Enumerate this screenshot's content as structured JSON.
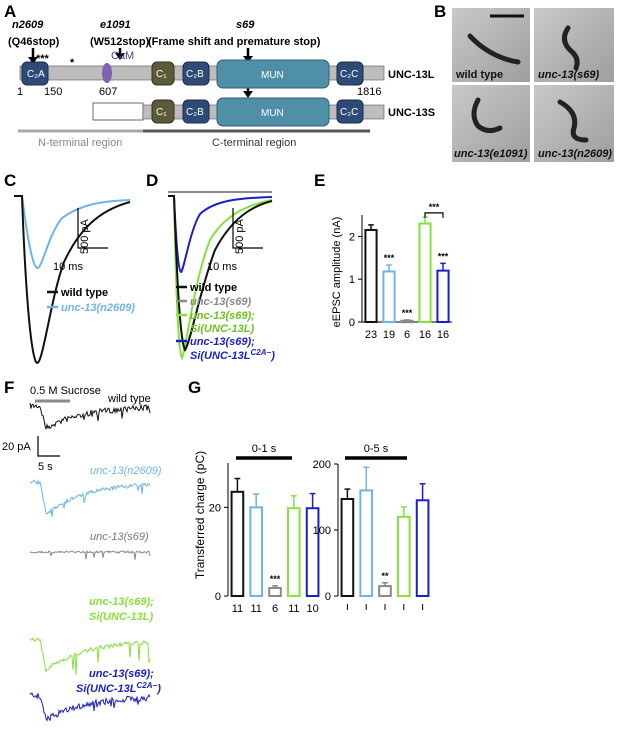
{
  "colors": {
    "wild_type": "#111111",
    "n2609": "#6cb6e6",
    "s69": "#8a8a8a",
    "s69_Si_UNC13L": "#86e23a",
    "s69_Si_UNC13L_C2A": "#1a1fc6",
    "region_grey": "#a8a8a8",
    "region_dark": "#555555",
    "mun": "#4f8fa8",
    "c1": "#5c5a3a",
    "c2": "#2e4b78",
    "cam": "#7e63b0"
  },
  "panels": {
    "A": "A",
    "B": "B",
    "C": "C",
    "D": "D",
    "E": "E",
    "F": "F",
    "G": "G"
  },
  "panel_A": {
    "mut1_name": "n2609",
    "mut1_desc": "(Q46stop)",
    "mut2_name": "e1091",
    "mut2_desc": "(W512stop)",
    "mut3_name": "s69",
    "mut3_desc": "(Frame shift and premature stop)",
    "stars": "***",
    "dot": "*",
    "cam_label": "CaM",
    "c2a": "C₂A",
    "c1": "C₁",
    "c2b": "C₂B",
    "mun": "MUN",
    "c2c": "C₂C",
    "pos_1": "1",
    "pos_150": "150",
    "pos_607": "607",
    "pos_1816": "1816",
    "long_isoform": "UNC-13L",
    "short_isoform": "UNC-13S",
    "n_region": "N-terminal region",
    "c_region": "C-terminal region"
  },
  "panel_B": {
    "photos": [
      "wild type",
      "unc-13(s69)",
      "unc-13(e1091)",
      "unc-13(n2609)"
    ]
  },
  "panel_C": {
    "scale_y": "500 pA",
    "scale_x": "10 ms",
    "legend": [
      "wild type",
      "unc-13(n2609)"
    ]
  },
  "panel_D": {
    "scale_y": "500 pA",
    "scale_x": "10 ms",
    "legend": [
      "wild type",
      "unc-13(s69)",
      "unc-13(s69);",
      "Si(UNC-13L)",
      "unc-13(s69);",
      "Si(UNC-13L",
      "C2A−",
      ")"
    ]
  },
  "chart_data": [
    {
      "type": "bar",
      "panel": "E",
      "ylabel": "eEPSC amplitude (nA)",
      "ylim": [
        0,
        2.5
      ],
      "yticks": [
        "0",
        "1",
        "2"
      ],
      "categories": [
        "23",
        "19",
        "6",
        "16",
        "16"
      ],
      "values": [
        2.15,
        1.18,
        0.03,
        2.3,
        1.2
      ],
      "errors": [
        0.12,
        0.15,
        0.02,
        0.15,
        0.17
      ],
      "significance": [
        "",
        "***",
        "***",
        "",
        "***"
      ],
      "bracket_label": "***"
    },
    {
      "type": "bar",
      "panel": "G-left",
      "ylabel": "Transferred charge (pC)",
      "title": "0-1 s",
      "ylim": [
        0,
        30
      ],
      "yticks": [
        "0",
        "20"
      ],
      "categories": [
        "11",
        "11",
        "6",
        "11",
        "10"
      ],
      "values": [
        23.5,
        20.0,
        1.8,
        19.8,
        19.8
      ],
      "errors": [
        3.0,
        3.0,
        0.5,
        2.8,
        3.3
      ],
      "significance": [
        "",
        "",
        "***",
        "",
        ""
      ]
    },
    {
      "type": "bar",
      "panel": "G-right",
      "title": "0-5 s",
      "ylim": [
        0,
        200
      ],
      "yticks": [
        "0",
        "100",
        "200"
      ],
      "categories": [
        "",
        "",
        "",
        "",
        ""
      ],
      "values": [
        147,
        160,
        15,
        120,
        145
      ],
      "errors": [
        15,
        35,
        5,
        15,
        25
      ],
      "significance": [
        "",
        "",
        "**",
        "",
        ""
      ]
    }
  ],
  "panel_F": {
    "stim_label": "0.5 M Sucrose",
    "scale_y": "20 pA",
    "scale_x": "5 s",
    "traces": [
      "wild type",
      "unc-13(n2609)",
      "unc-13(s69)",
      "unc-13(s69);",
      "Si(UNC-13L)",
      "unc-13(s69);",
      "Si(UNC-13L",
      "C2A−",
      ")"
    ]
  }
}
